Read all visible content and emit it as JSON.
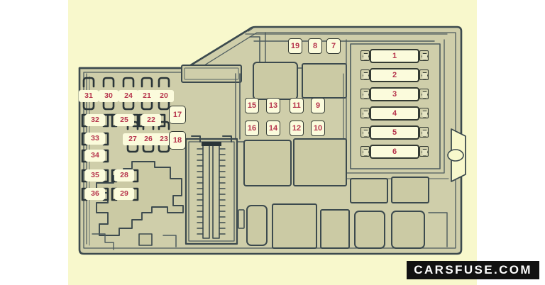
{
  "meta": {
    "subject": "automotive fuse box layout diagram",
    "canvas_background": "#ffffff",
    "panel_background": "#f8f8cc",
    "housing_fill": "#cfceaa",
    "outline_color": "#333a33",
    "badge_fill": "#fbfbdc",
    "number_color": "#b6344c"
  },
  "watermark": {
    "text": "CARSFUSE.COM",
    "background": "#111111",
    "color": "#ffffff"
  },
  "fuse_groups": {
    "left_block": {
      "name": "left-fuse-bank",
      "row_a": [
        "31",
        "30",
        "24",
        "21",
        "20"
      ],
      "row_b": [
        "32",
        "25",
        "22"
      ],
      "row_c_brackets": [
        "33"
      ],
      "row_c_caps": [
        "27",
        "26",
        "23"
      ],
      "row_d": [
        "34"
      ],
      "row_e": [
        "35",
        "28"
      ],
      "row_f": [
        "36",
        "29"
      ]
    },
    "side_column": {
      "name": "mid-left-large-fuses",
      "items": [
        "17",
        "18"
      ]
    },
    "top_row": {
      "name": "top-fuse-row",
      "items": [
        "19",
        "8",
        "7"
      ]
    },
    "center_grid": {
      "name": "center-fuse-grid",
      "row_top": [
        "15",
        "13",
        "11",
        "9"
      ],
      "row_bottom": [
        "16",
        "14",
        "12",
        "10"
      ]
    },
    "relay_block": {
      "name": "right-relay-bank",
      "items": [
        "1",
        "2",
        "3",
        "4",
        "5",
        "6"
      ]
    }
  }
}
